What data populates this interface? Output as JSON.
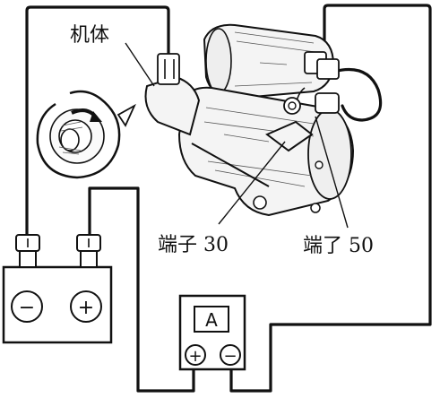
{
  "labels": {
    "body": "机体",
    "terminal30": "端子 30",
    "terminal50": "端了 50"
  },
  "battery": {
    "negative_symbol": "−",
    "positive_symbol": "+"
  },
  "ammeter": {
    "display": "A",
    "positive_symbol": "+",
    "negative_symbol": "−"
  },
  "colors": {
    "line": "#111111",
    "background": "#ffffff"
  }
}
